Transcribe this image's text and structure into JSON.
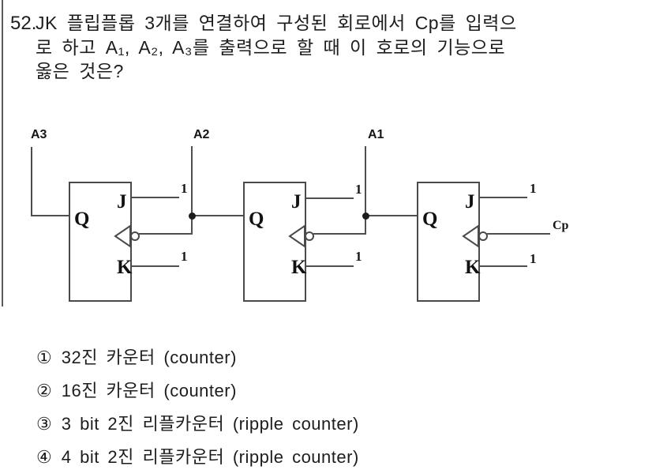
{
  "question": {
    "number": "52.",
    "line1": "JK 플립플롭 3개를 연결하여 구성된 회로에서 Cp를 입력으",
    "line2": "로 하고 A₁, A₂, A₃를 출력으로 할 때 이 호로의 기능으로",
    "line3": "옳은 것은?"
  },
  "circuit": {
    "output_labels": [
      "A3",
      "A2",
      "A1"
    ],
    "clock_label": "Cp",
    "const_high": "1",
    "flipflops": [
      {
        "q": "Q",
        "j": "J",
        "k": "K"
      },
      {
        "q": "Q",
        "j": "J",
        "k": "K"
      },
      {
        "q": "Q",
        "j": "J",
        "k": "K"
      }
    ],
    "line_color": "#4f4f4f"
  },
  "options": [
    {
      "marker": "①",
      "text": "32진 카운터 (counter)"
    },
    {
      "marker": "②",
      "text": "16진 카운터 (counter)"
    },
    {
      "marker": "③",
      "text": "3 bit 2진 리플카운터 (ripple counter)"
    },
    {
      "marker": "④",
      "text": "4 bit 2진 리플카운터 (ripple counter)"
    }
  ]
}
